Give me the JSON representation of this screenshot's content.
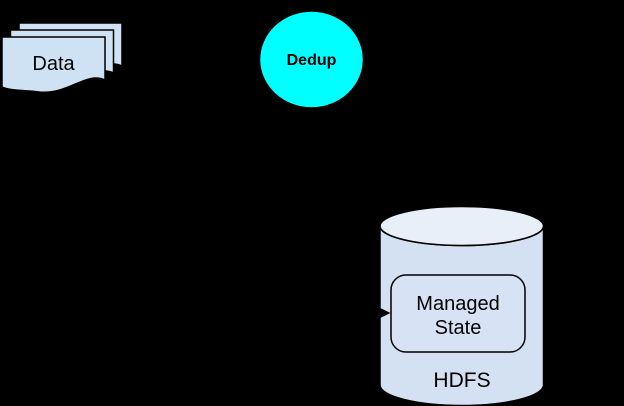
{
  "diagram": {
    "background_color": "#000000",
    "stroke_color": "#000000",
    "nodes": {
      "data_docs": {
        "label": "Data",
        "shape": "multi-document",
        "fill": "#cfe2f3"
      },
      "dedup": {
        "label": "Dedup",
        "shape": "ellipse",
        "fill": "#00ffff"
      },
      "hdfs": {
        "label": "HDFS",
        "shape": "cylinder",
        "body_fill": "#d3e1f2",
        "top_fill": "#e8eff9"
      },
      "managed_state": {
        "lines": [
          "Managed",
          "State"
        ],
        "shape": "rounded-rectangle",
        "fill": "#d7e3f4"
      }
    },
    "connector": {
      "arrow_color": "#000000",
      "target": "managed_state"
    }
  }
}
